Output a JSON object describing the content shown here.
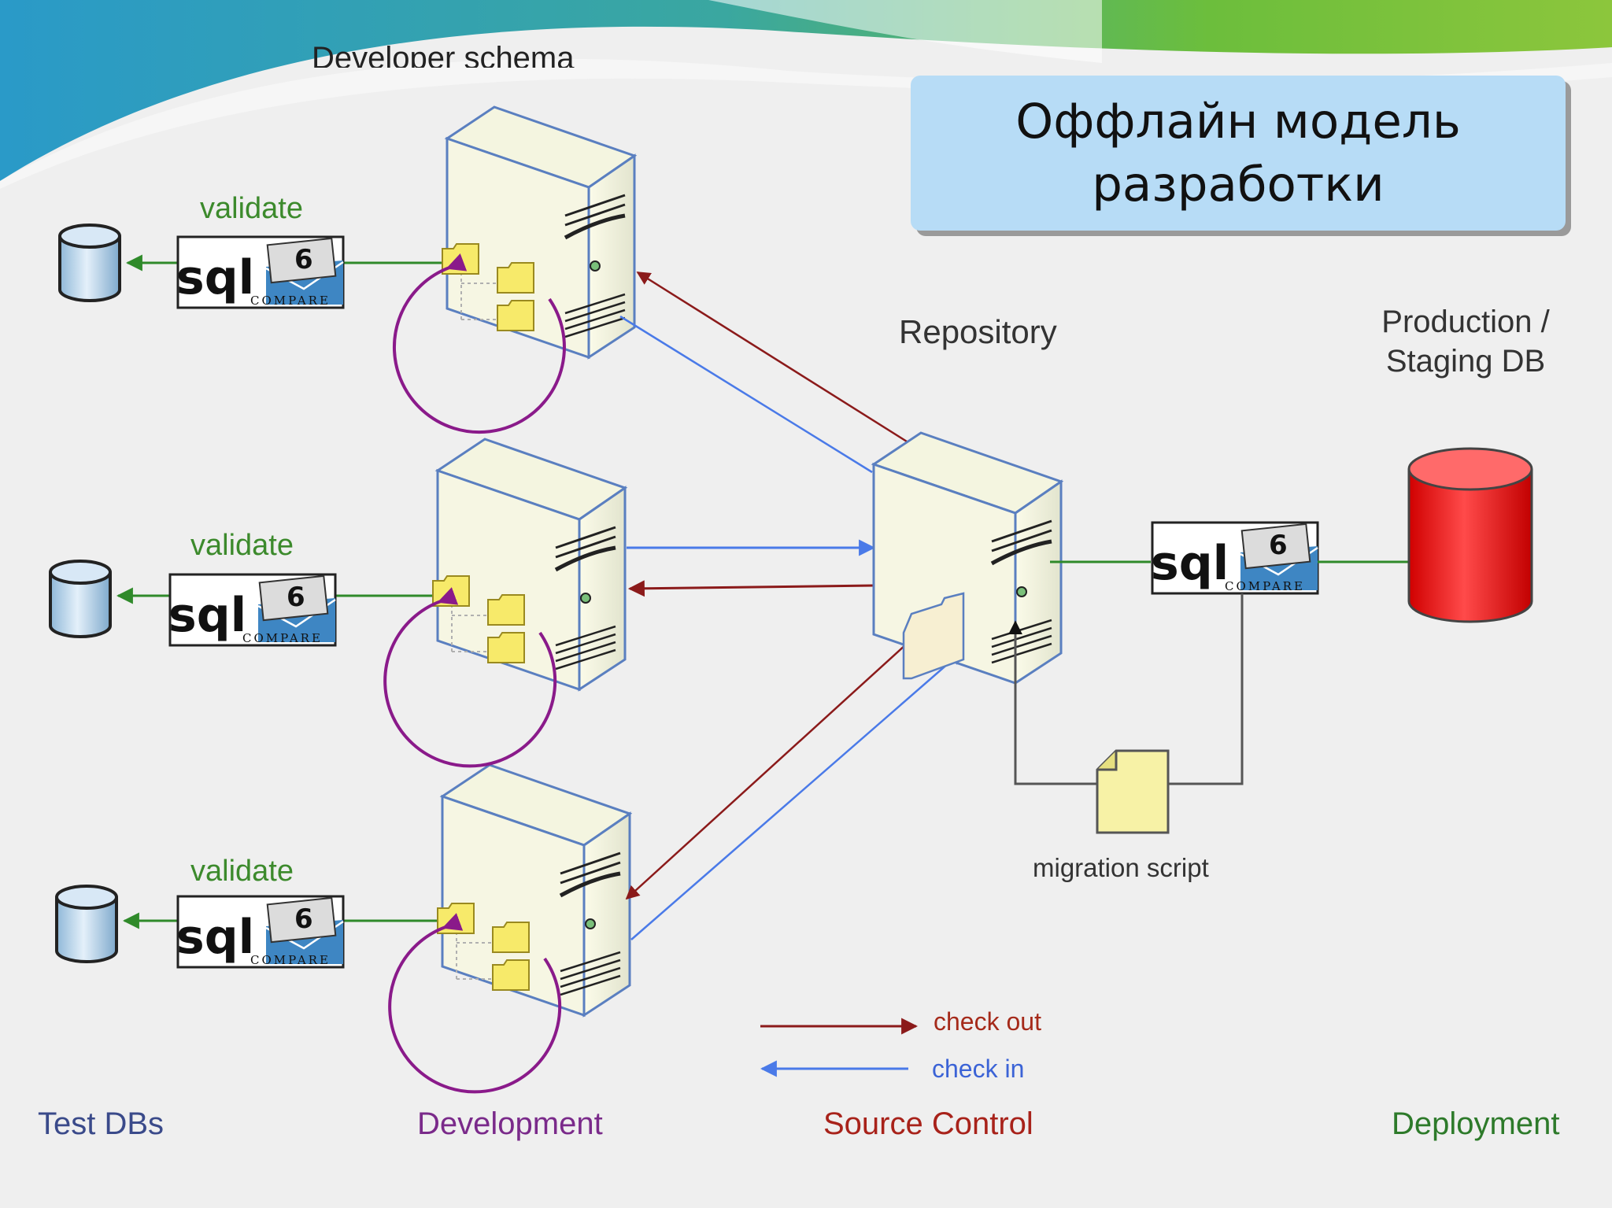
{
  "title": {
    "line1": "Оффлайн модель",
    "line2": "разработки"
  },
  "header_fragment": "Developer schema",
  "validate_label": "validate",
  "sql_compare": {
    "logo": "sql",
    "version": "6",
    "subtitle": "COMPARE"
  },
  "repository_label": "Repository",
  "production": {
    "line1": "Production /",
    "line2": "Staging DB"
  },
  "migration_label": "migration script",
  "legend": {
    "check_out": "check out",
    "check_in": "check in"
  },
  "categories": {
    "test_dbs": "Test DBs",
    "development": "Development",
    "source_control": "Source Control",
    "deployment": "Deployment"
  },
  "colors": {
    "check_out": "#8b1a1a",
    "check_in": "#4a7ae8",
    "validate": "#2f8a2a",
    "cycle": "#8a1a8a",
    "test_dbs": "#3a4a8a",
    "development": "#7a2a8a",
    "source_control": "#a8221a",
    "deployment": "#2d7a2a",
    "production_db": "#e01010"
  }
}
